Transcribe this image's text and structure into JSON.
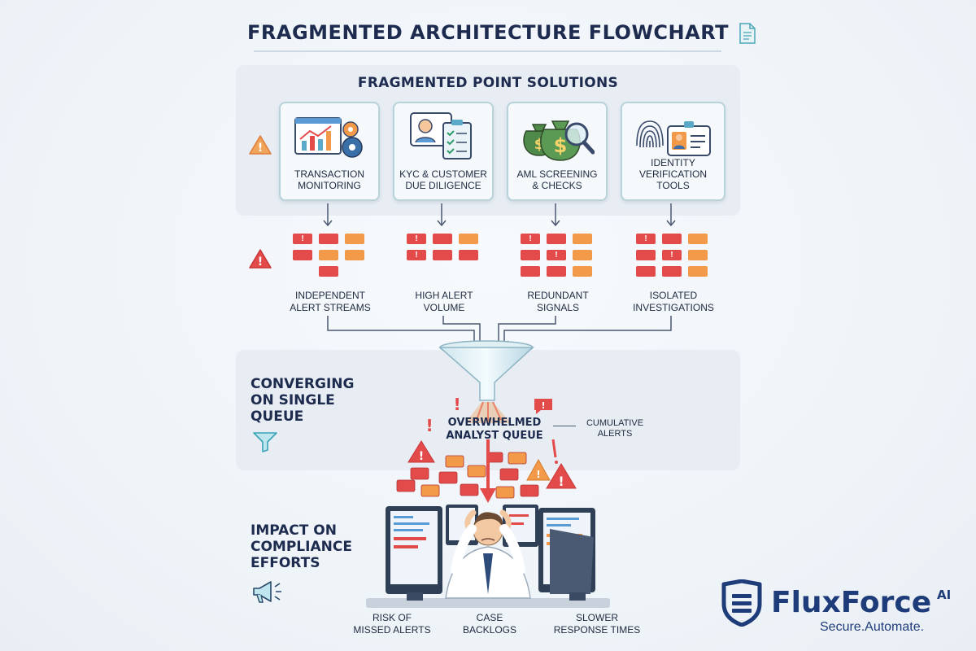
{
  "title": "FRAGMENTED ARCHITECTURE FLOWCHART",
  "top_panel": {
    "title": "FRAGMENTED POINT SOLUTIONS",
    "cards": [
      {
        "label_1": "TRANSACTION",
        "label_2": "MONITORING",
        "icon": "chart-gears-icon"
      },
      {
        "label_1": "KYC & CUSTOMER",
        "label_2": "DUE DILIGENCE",
        "icon": "profile-checklist-icon"
      },
      {
        "label_1": "AML SCREENING",
        "label_2": "& CHECKS",
        "icon": "money-bags-magnifier-icon"
      },
      {
        "label_1": "IDENTITY",
        "label_2": "VERIFICATION TOOLS",
        "icon": "fingerprint-id-card-icon"
      }
    ]
  },
  "alert_streams": [
    {
      "label_1": "INDEPENDENT",
      "label_2": "ALERT STREAMS"
    },
    {
      "label_1": "HIGH ALERT",
      "label_2": "VOLUME"
    },
    {
      "label_1": "REDUNDANT",
      "label_2": "SIGNALS"
    },
    {
      "label_1": "ISOLATED",
      "label_2": "INVESTIGATIONS"
    }
  ],
  "converging": {
    "label_1": "CONVERGING",
    "label_2": "ON SINGLE",
    "label_3": "QUEUE",
    "queue_1": "OVERWHELMED",
    "queue_2": "ANALYST QUEUE",
    "cumulative_1": "CUMULATIVE",
    "cumulative_2": "ALERTS"
  },
  "impact": {
    "label_1": "IMPACT ON",
    "label_2": "COMPLIANCE",
    "label_3": "EFFORTS",
    "outcomes": [
      {
        "label_1": "RISK OF",
        "label_2": "MISSED ALERTS"
      },
      {
        "label_1": "CASE",
        "label_2": "BACKLOGS"
      },
      {
        "label_1": "SLOWER",
        "label_2": "RESPONSE TIMES"
      }
    ]
  },
  "brand": {
    "name": "FluxForce",
    "suffix": "AI",
    "tagline": "Secure.Automate."
  },
  "colors": {
    "navy": "#1d2b4f",
    "alert_red": "#e34b4b",
    "alert_orange": "#f29a4a",
    "card_border": "#b9d3da",
    "panel_bg": "#e7edf3",
    "brand_blue": "#1f3c7a"
  }
}
